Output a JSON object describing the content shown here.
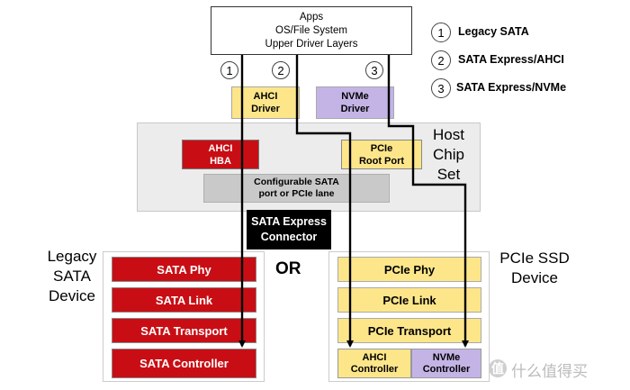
{
  "apps": [
    "Apps",
    "OS/File System",
    "Upper Driver Layers"
  ],
  "path_numbers": [
    "1",
    "2",
    "3"
  ],
  "legend": [
    {
      "num": "1",
      "label": "Legacy SATA"
    },
    {
      "num": "2",
      "label": "SATA Express/AHCI"
    },
    {
      "num": "3",
      "label": "SATA Express/NVMe"
    }
  ],
  "drivers": {
    "ahci": [
      "AHCI",
      "Driver"
    ],
    "nvme": [
      "NVMe",
      "Driver"
    ]
  },
  "host": {
    "label": [
      "Host",
      "Chip",
      "Set"
    ],
    "hba": [
      "AHCI",
      "HBA"
    ],
    "root_port": [
      "PCIe",
      "Root Port"
    ],
    "configurable": [
      "Configurable SATA",
      "port or PCIe lane"
    ]
  },
  "connector": [
    "SATA Express",
    "Connector"
  ],
  "or_label": "OR",
  "legacy_device": {
    "label": [
      "Legacy",
      "SATA",
      "Device"
    ],
    "layers": [
      "SATA Phy",
      "SATA Link",
      "SATA Transport",
      "SATA Controller"
    ]
  },
  "pcie_device": {
    "label": [
      "PCIe SSD",
      "Device"
    ],
    "layers": [
      "PCIe Phy",
      "PCIe Link",
      "PCIe Transport"
    ],
    "controllers": {
      "ahci": [
        "AHCI",
        "Controller"
      ],
      "nvme": [
        "NVMe",
        "Controller"
      ]
    }
  },
  "watermark": {
    "icon": "值",
    "text": "什么值得买"
  },
  "colors": {
    "sata_red": "#c80e14",
    "pcie_yellow": "#fde68a",
    "nvme_purple": "#c4b4e6",
    "connector_black": "#000000"
  }
}
